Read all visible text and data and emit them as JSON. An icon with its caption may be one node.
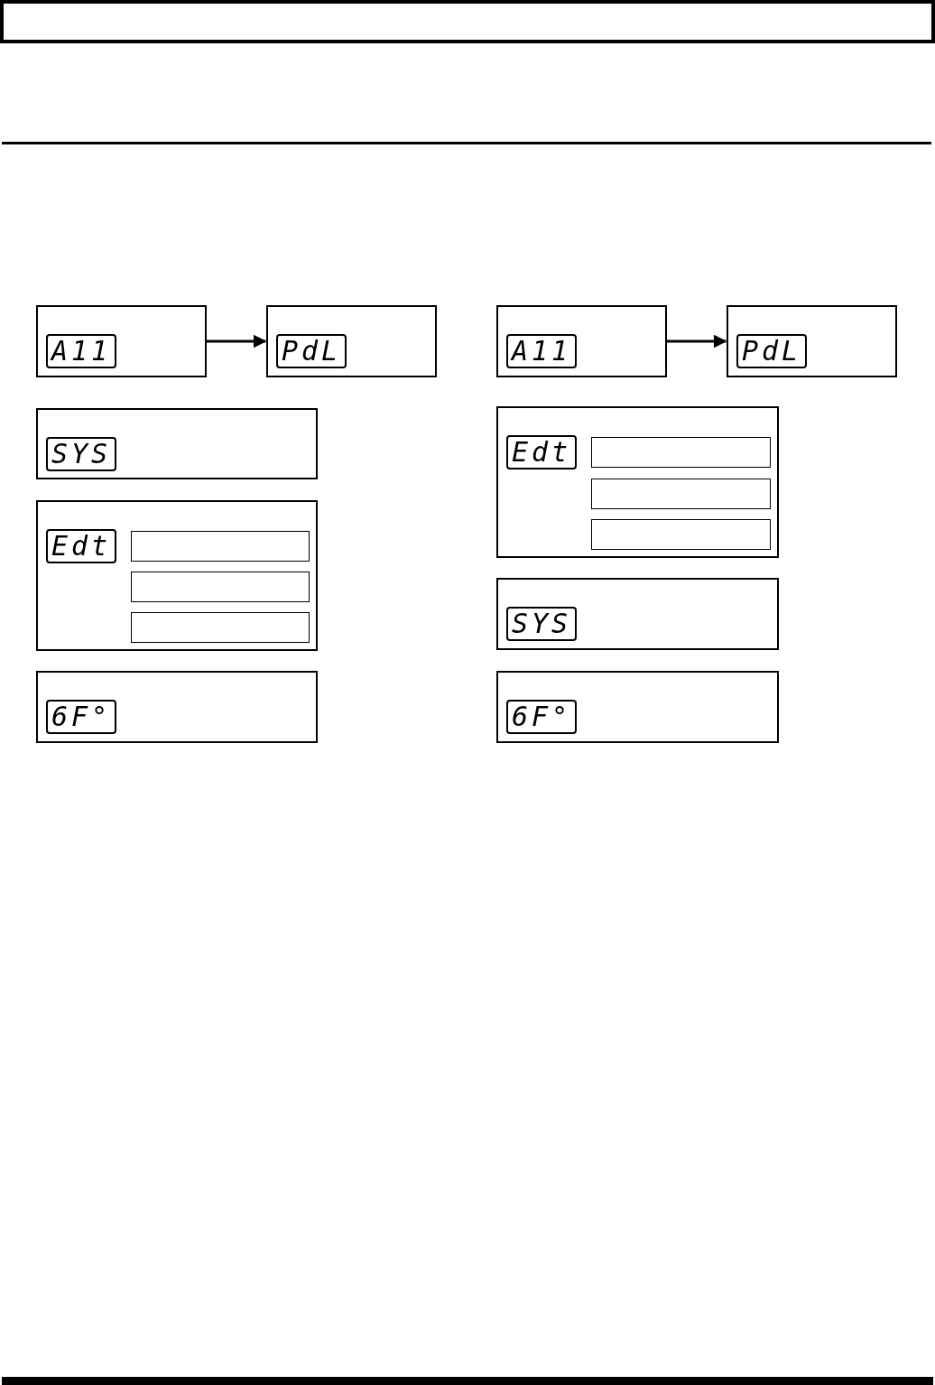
{
  "diagram": {
    "nodes": [
      {
        "text": [
          "A11"
        ]
      },
      {
        "text": [
          "PdL"
        ]
      },
      {
        "text": [
          "SYS"
        ]
      },
      {
        "text": [
          "Edt"
        ]
      },
      {
        "text": [],
        "shape": "box",
        "in": 3
      },
      {
        "text": [],
        "shape": "box",
        "in": 3
      },
      {
        "text": [],
        "shape": "box",
        "in": 3
      },
      {
        "text": [
          "6F°"
        ]
      },
      {
        "text": [
          "A11"
        ]
      },
      {
        "text": [
          "PdL"
        ]
      },
      {
        "text": [
          "Edt"
        ]
      },
      {
        "text": [],
        "shape": "box",
        "in": 10
      },
      {
        "text": [],
        "shape": "box",
        "in": 10
      },
      {
        "text": [],
        "shape": "box",
        "in": 10
      },
      {
        "text": [
          "SYS"
        ]
      },
      {
        "text": [
          "6F°"
        ]
      }
    ],
    "edges": [
      {
        "from": 0,
        "to": 1,
        "arrow": "to"
      },
      {
        "from": 8,
        "to": 9,
        "arrow": "to"
      }
    ]
  }
}
